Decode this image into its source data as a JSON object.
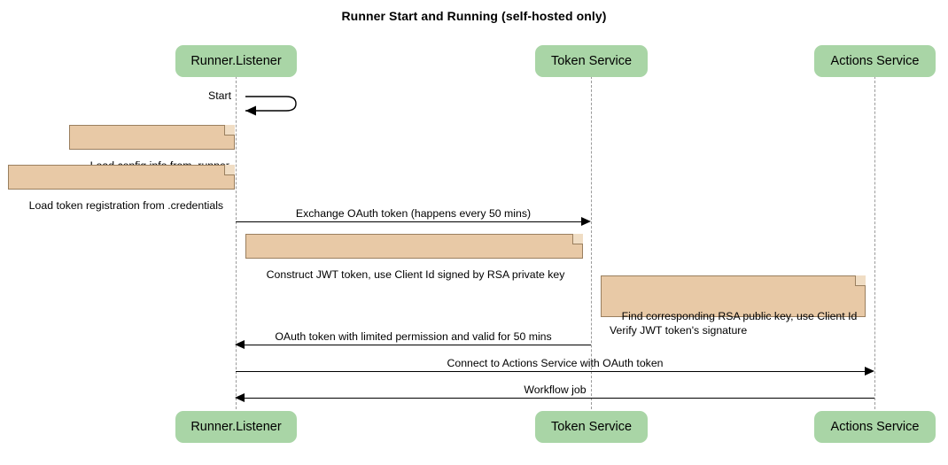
{
  "title": "Runner Start and Running (self-hosted only)",
  "colors": {
    "participant_fill": "#a9d5a6",
    "note_fill": "#e8c9a6",
    "note_border": "#9a7f5f",
    "lifeline": "#9a9a9a",
    "line": "#000000",
    "background": "#ffffff"
  },
  "participants": [
    {
      "id": "runner",
      "label": "Runner.Listener"
    },
    {
      "id": "token",
      "label": "Token Service"
    },
    {
      "id": "actions",
      "label": "Actions Service"
    }
  ],
  "messages": [
    {
      "id": "start",
      "label": "Start",
      "from": "runner",
      "to": "runner",
      "kind": "self",
      "direction": "left"
    },
    {
      "id": "exchange-oauth-token",
      "label": "Exchange OAuth token (happens every 50 mins)",
      "from": "runner",
      "to": "token",
      "kind": "sync",
      "direction": "right"
    },
    {
      "id": "oauth-token-response",
      "label": "OAuth token with limited permission and valid for 50 mins",
      "from": "token",
      "to": "runner",
      "kind": "sync",
      "direction": "left"
    },
    {
      "id": "connect-to-actions-service",
      "label": "Connect to Actions Service with OAuth token",
      "from": "runner",
      "to": "actions",
      "kind": "sync",
      "direction": "right"
    },
    {
      "id": "workflow-job",
      "label": "Workflow job",
      "from": "actions",
      "to": "runner",
      "kind": "sync",
      "direction": "left"
    }
  ],
  "notes": [
    {
      "id": "load-config-info",
      "text": "Load config info from .runner",
      "attached_to": "runner"
    },
    {
      "id": "load-token-registration",
      "text": "Load token registration from .credentials",
      "attached_to": "runner"
    },
    {
      "id": "construct-jwt-token",
      "text": "Construct JWT token, use Client Id signed by RSA private key",
      "attached_to": "runner"
    },
    {
      "id": "verify-jwt-token",
      "text": "Find corresponding RSA public key, use Client Id\nVerify JWT token's signature",
      "attached_to": "token"
    }
  ]
}
